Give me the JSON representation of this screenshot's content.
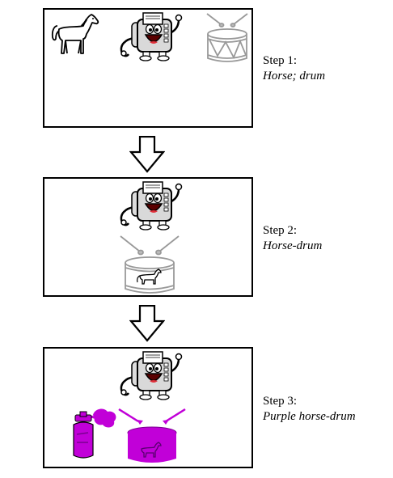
{
  "steps": [
    {
      "step": "Step 1:",
      "name": "Horse; drum"
    },
    {
      "step": "Step 2:",
      "name": "Horse-drum"
    },
    {
      "step": "Step 3:",
      "name": "Purple horse-drum"
    }
  ],
  "colors": {
    "purple": "#c100d8",
    "outline": "#000000"
  }
}
